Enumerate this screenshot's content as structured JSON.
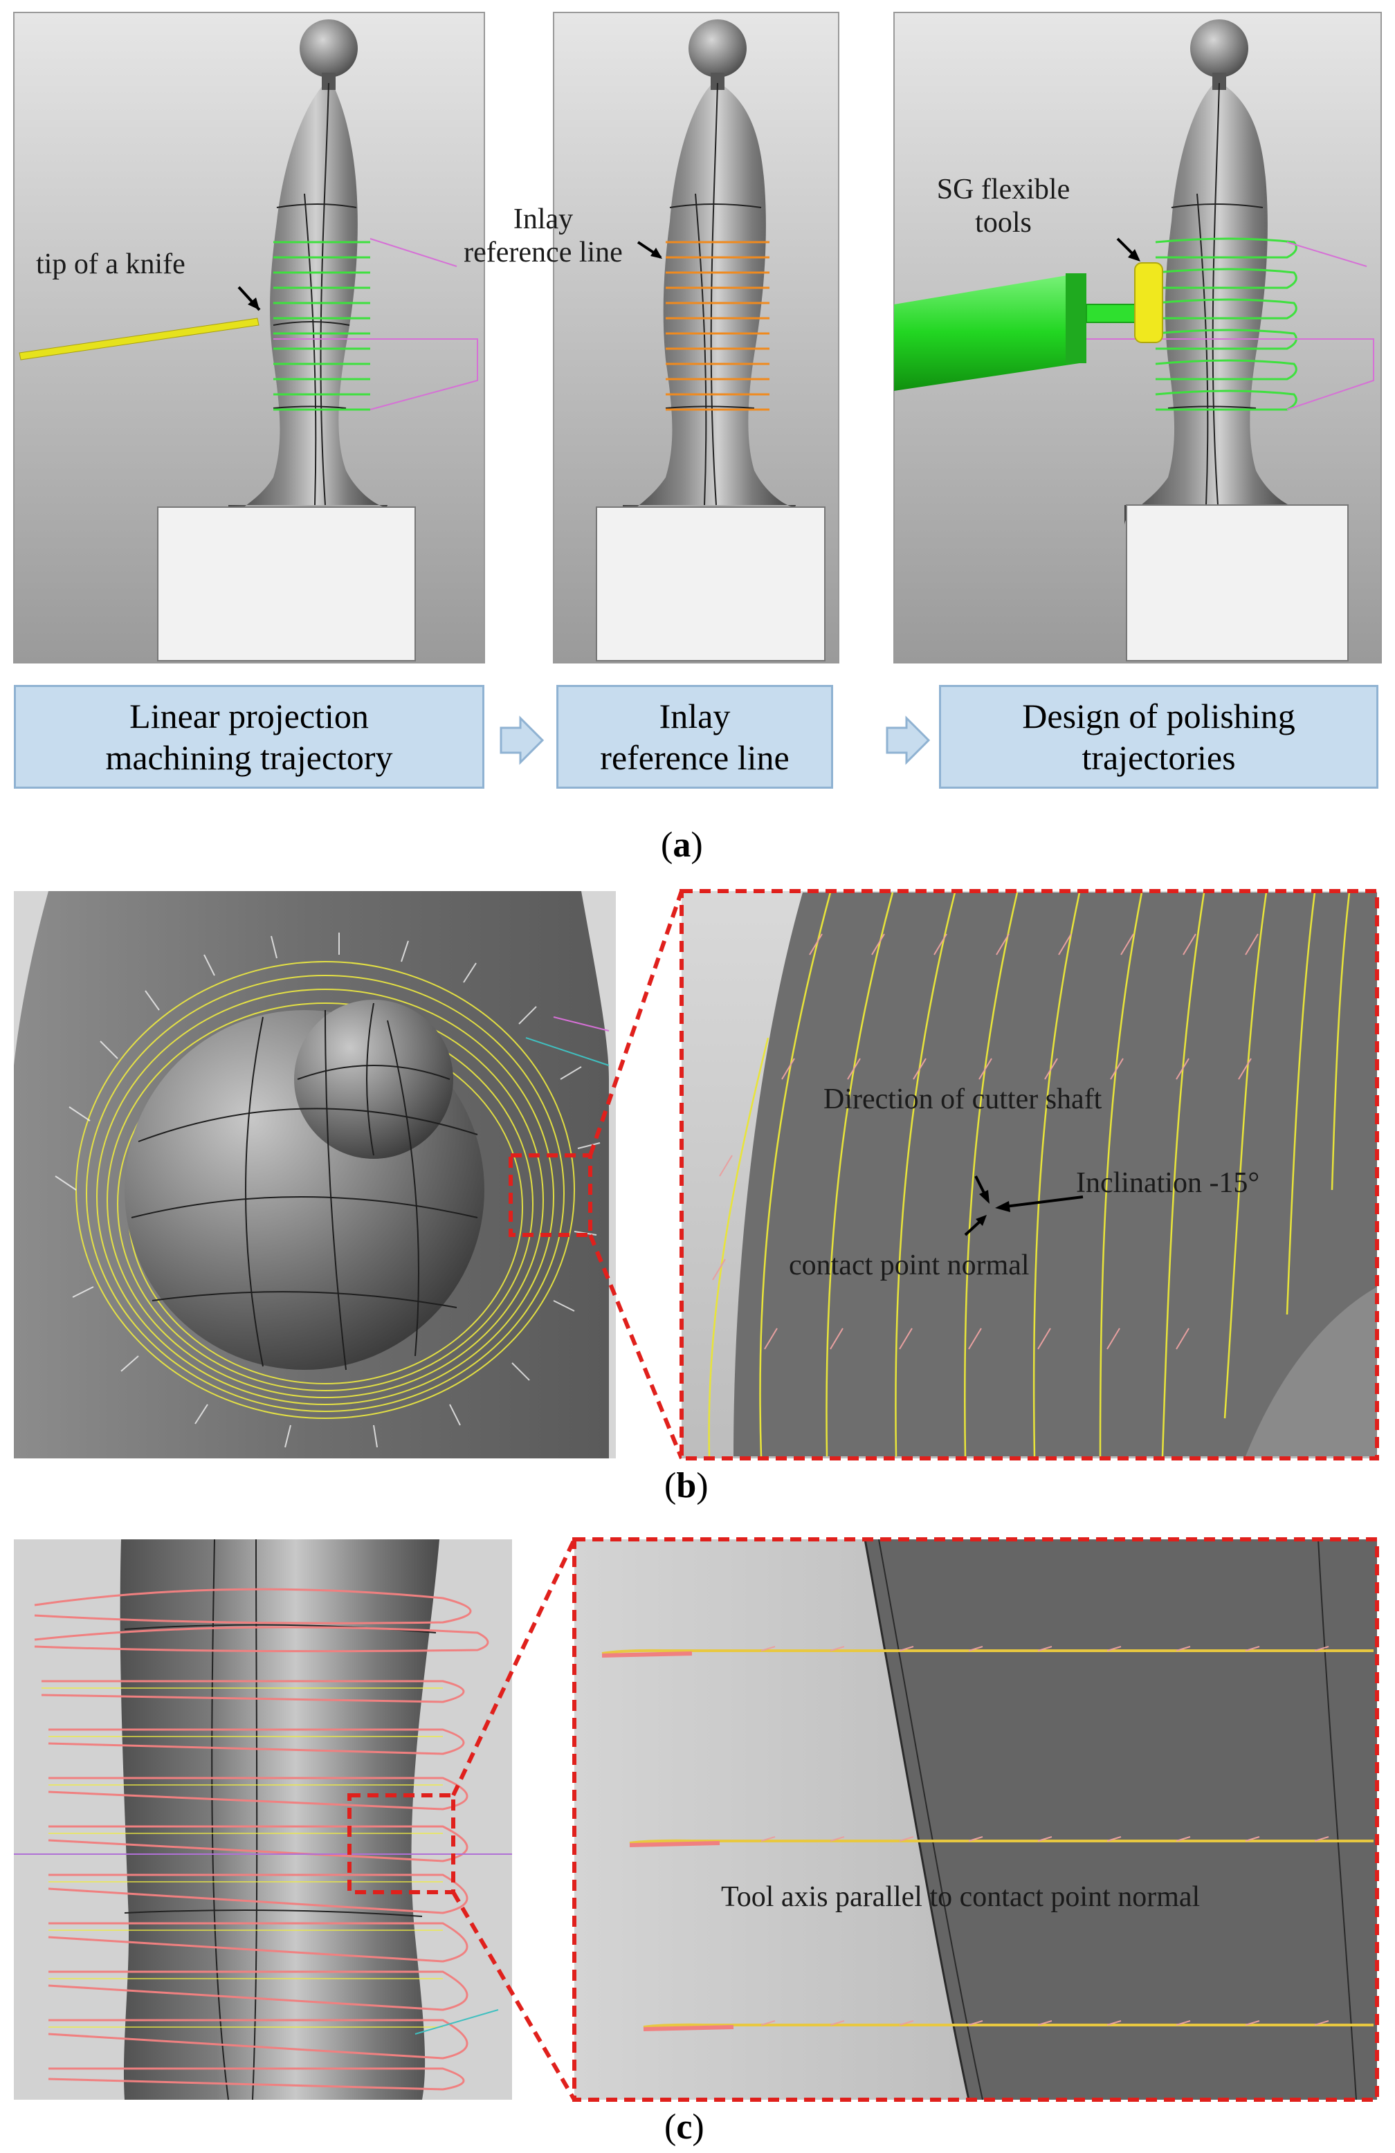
{
  "panel_a": {
    "label": "a",
    "annotations": {
      "knife_tip": "tip of a knife",
      "inlay_reference": "Inlay\nreference line",
      "sg_tools": "SG flexible\ntools"
    },
    "steps": [
      "Linear projection\nmachining trajectory",
      "Inlay\nreference line",
      "Design of polishing\ntrajectories"
    ]
  },
  "panel_b": {
    "label": "b",
    "annotations": {
      "cutter_shaft": "Direction of cutter shaft",
      "inclination": "Inclination -15°",
      "contact_normal": "contact point normal"
    }
  },
  "panel_c": {
    "label": "c",
    "annotations": {
      "tool_axis": "Tool axis parallel to contact point normal"
    }
  },
  "colors": {
    "background_gray": "#c8c8c8",
    "body_gray": "#707070",
    "trajectory_green": "#3ee03e",
    "inlay_orange": "#f08a1e",
    "tool_green": "#2fe02f",
    "knife_yellow": "#e6e21c",
    "zoom_red": "#e0201c",
    "step_box_fill": "#c7dcee"
  }
}
